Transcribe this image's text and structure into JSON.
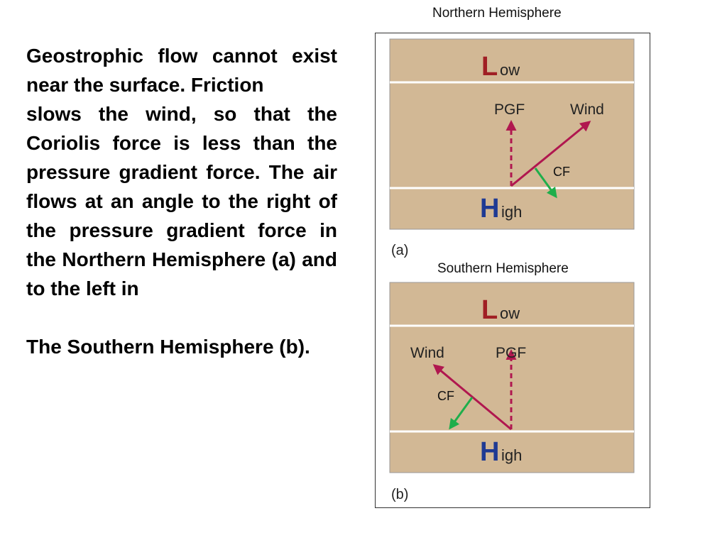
{
  "slide": {
    "paragraph1": "Geostrophic flow cannot exist near the surface. Friction",
    "paragraph2": "slows the wind, so that the Coriolis force is less than the pressure gradient force. The air flows at an angle to the right of the pressure gradient force in the Northern Hemisphere (a) and to the left in",
    "paragraph3": "The Southern Hemisphere (b)."
  },
  "figure": {
    "panels": [
      {
        "hemisphere_label": "Northern Hemisphere",
        "panel_letter": "(a)",
        "low_initial": "L",
        "low_rest": "ow",
        "high_initial": "H",
        "high_rest": "igh",
        "pgf_label": "PGF",
        "wind_label": "Wind",
        "cf_label": "CF",
        "wind_direction": "right-of-PGF"
      },
      {
        "hemisphere_label": "Southern Hemisphere",
        "panel_letter": "(b)",
        "low_initial": "L",
        "low_rest": "ow",
        "high_initial": "H",
        "high_rest": "igh",
        "pgf_label": "PGF",
        "wind_label": "Wind",
        "cf_label": "CF",
        "wind_direction": "left-of-PGF"
      }
    ],
    "colors": {
      "background": "#d2b895",
      "isobar": "#ffffff",
      "low": "#a01f24",
      "high": "#1f3a93",
      "vector": "#b0174f",
      "coriolis": "#1fae4b"
    }
  }
}
